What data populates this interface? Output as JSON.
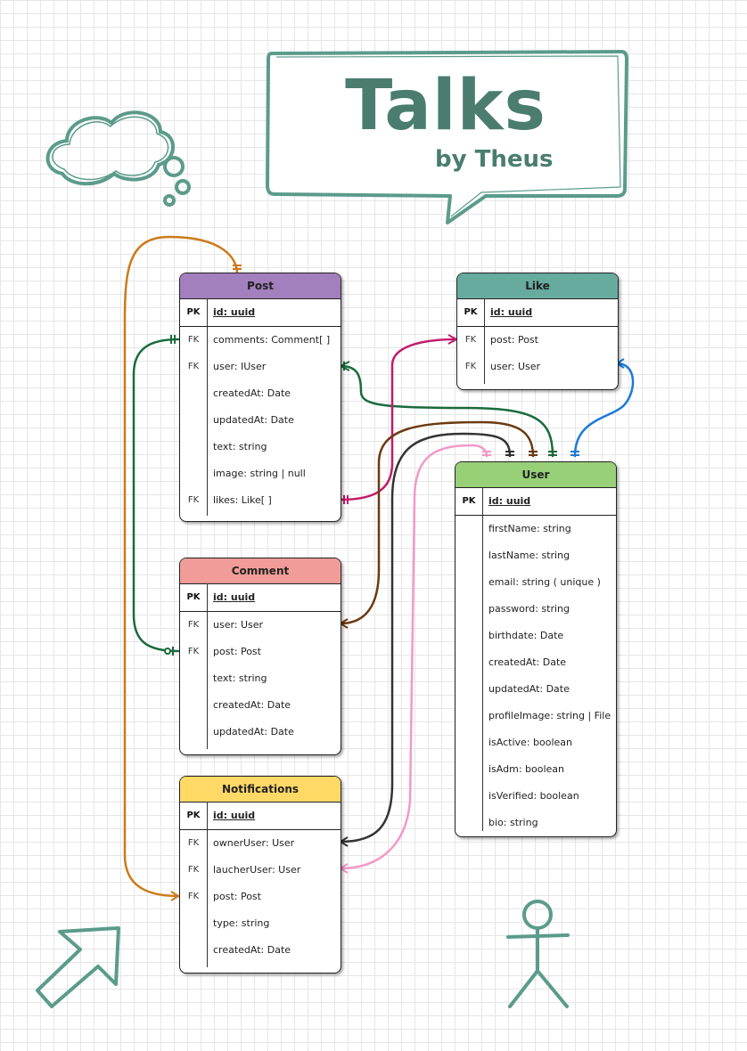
{
  "title": {
    "main": "Talks",
    "sub": "by Theus"
  },
  "colors": {
    "teal": "#5b9b8c",
    "post_header": "#a37fbd",
    "like_header": "#67ab9f",
    "comment_header": "#f19c99",
    "notifications_header": "#ffd966",
    "user_header": "#97d077",
    "link_post_notifications": "#cc7a1a",
    "link_comments": "#1a6b3c",
    "link_post_user": "#1a6b3c",
    "link_likes": "#c21a6b",
    "link_comment_user": "#6b3a10",
    "link_like_user": "#1a7ad6",
    "link_owner_user": "#333333",
    "link_laucher_user": "#f299c8"
  },
  "entities": {
    "post": {
      "name": "Post",
      "pk": {
        "key": "PK",
        "field": "id: uuid"
      },
      "rows": [
        {
          "key": "FK",
          "field": "comments: Comment[ ]"
        },
        {
          "key": "FK",
          "field": "user: IUser"
        },
        {
          "key": "",
          "field": "createdAt: Date"
        },
        {
          "key": "",
          "field": "updatedAt: Date"
        },
        {
          "key": "",
          "field": "text: string"
        },
        {
          "key": "",
          "field": "image: string | null"
        },
        {
          "key": "FK",
          "field": "likes: Like[ ]"
        }
      ]
    },
    "like": {
      "name": "Like",
      "pk": {
        "key": "PK",
        "field": "id: uuid"
      },
      "rows": [
        {
          "key": "FK",
          "field": "post: Post"
        },
        {
          "key": "FK",
          "field": "user: User"
        }
      ]
    },
    "comment": {
      "name": "Comment",
      "pk": {
        "key": "PK",
        "field": "id: uuid"
      },
      "rows": [
        {
          "key": "FK",
          "field": "user: User"
        },
        {
          "key": "FK",
          "field": "post: Post"
        },
        {
          "key": "",
          "field": "text: string"
        },
        {
          "key": "",
          "field": "createdAt: Date"
        },
        {
          "key": "",
          "field": "updatedAt: Date"
        }
      ]
    },
    "notifications": {
      "name": "Notifications",
      "pk": {
        "key": "PK",
        "field": "id: uuid"
      },
      "rows": [
        {
          "key": "FK",
          "field": "ownerUser: User"
        },
        {
          "key": "FK",
          "field": "laucherUser: User"
        },
        {
          "key": "FK",
          "field": "post: Post"
        },
        {
          "key": "",
          "field": "type: string"
        },
        {
          "key": "",
          "field": "createdAt: Date"
        }
      ]
    },
    "user": {
      "name": "User",
      "pk": {
        "key": "PK",
        "field": "id: uuid"
      },
      "rows": [
        {
          "key": "",
          "field": "firstName: string"
        },
        {
          "key": "",
          "field": "lastName: string"
        },
        {
          "key": "",
          "field": "email: string ( unique )"
        },
        {
          "key": "",
          "field": "password: string"
        },
        {
          "key": "",
          "field": "birthdate: Date"
        },
        {
          "key": "",
          "field": "createdAt: Date"
        },
        {
          "key": "",
          "field": "updatedAt: Date"
        },
        {
          "key": "",
          "field": "profileImage: string | File"
        },
        {
          "key": "",
          "field": "isActive: boolean"
        },
        {
          "key": "",
          "field": "isAdm: boolean"
        },
        {
          "key": "",
          "field": "isVerified: boolean"
        },
        {
          "key": "",
          "field": "bio: string"
        }
      ]
    }
  }
}
